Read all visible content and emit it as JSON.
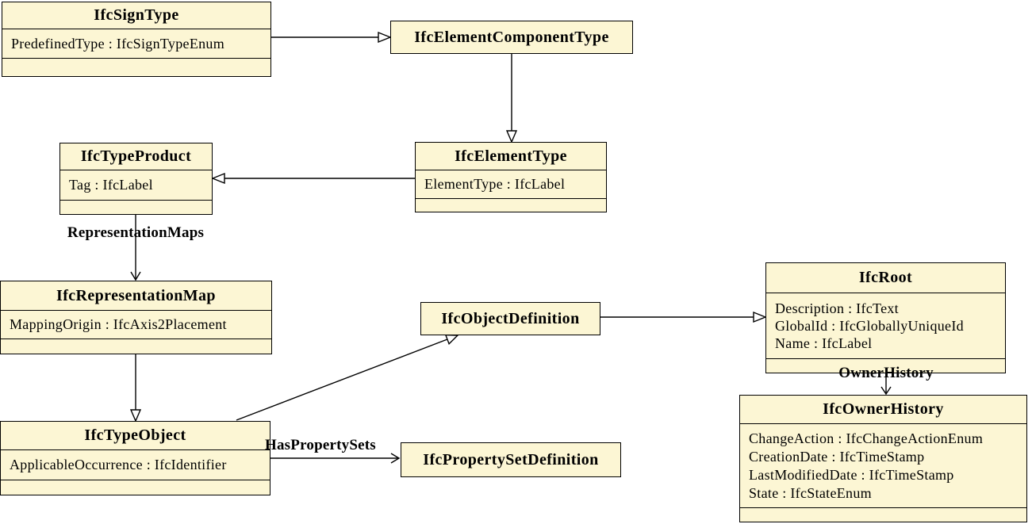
{
  "colors": {
    "box_fill": "#fcf6d4",
    "border": "#000000",
    "background": "#ffffff",
    "line": "#000000"
  },
  "classes": {
    "sign_type": {
      "name": "IfcSignType",
      "attributes": [
        "PredefinedType : IfcSignTypeEnum"
      ]
    },
    "element_component_type": {
      "name": "IfcElementComponentType",
      "attributes": []
    },
    "type_product": {
      "name": "IfcTypeProduct",
      "attributes": [
        "Tag : IfcLabel"
      ]
    },
    "element_type": {
      "name": "IfcElementType",
      "attributes": [
        "ElementType : IfcLabel"
      ]
    },
    "representation_map": {
      "name": "IfcRepresentationMap",
      "attributes": [
        "MappingOrigin : IfcAxis2Placement"
      ]
    },
    "object_definition": {
      "name": "IfcObjectDefinition",
      "attributes": []
    },
    "root": {
      "name": "IfcRoot",
      "attributes": [
        "Description : IfcText",
        "GlobalId : IfcGloballyUniqueId",
        "Name : IfcLabel"
      ]
    },
    "type_object": {
      "name": "IfcTypeObject",
      "attributes": [
        "ApplicableOccurrence : IfcIdentifier"
      ]
    },
    "property_set_definition": {
      "name": "IfcPropertySetDefinition",
      "attributes": []
    },
    "owner_history": {
      "name": "IfcOwnerHistory",
      "attributes": [
        "ChangeAction : IfcChangeActionEnum",
        "CreationDate : IfcTimeStamp",
        "LastModifiedDate : IfcTimeStamp",
        "State : IfcStateEnum"
      ]
    }
  },
  "edge_labels": {
    "representation_maps": "RepresentationMaps",
    "has_property_sets": "HasPropertySets",
    "owner_history": "OwnerHistory"
  }
}
